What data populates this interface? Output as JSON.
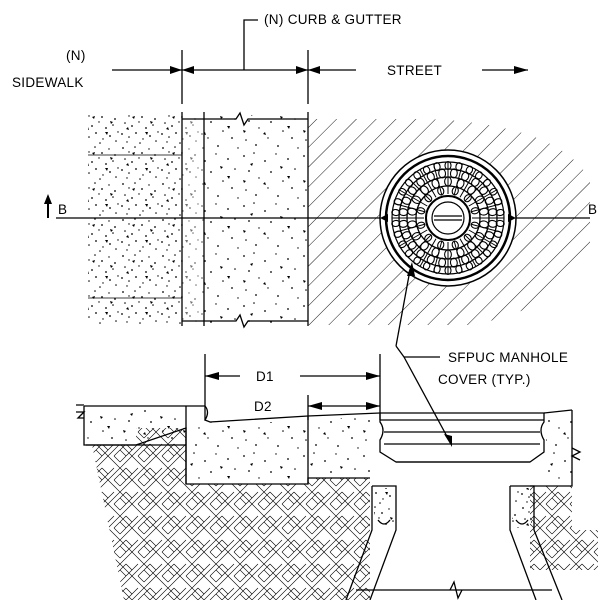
{
  "labels": {
    "curb_gutter": "(N)  CURB  &  GUTTER",
    "sidewalk_line1": "(N)",
    "sidewalk_line2": "SIDEWALK",
    "street": "STREET",
    "section_left": "B",
    "section_right": "B",
    "manhole_line1": "SFPUC  MANHOLE",
    "manhole_line2": "COVER  (TYP.)",
    "d1": "D1",
    "d2": "D2"
  },
  "icons": {
    "section_marker": "section-cut-arrow-icon",
    "manhole": "manhole-cover-icon"
  },
  "colors": {
    "ink": "#000000",
    "paper": "#ffffff"
  }
}
